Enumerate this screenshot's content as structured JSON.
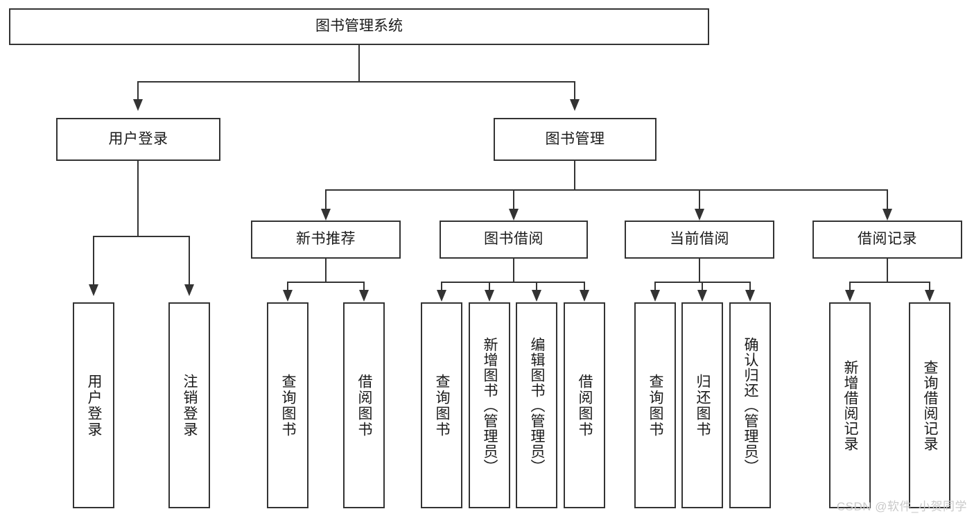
{
  "diagram": {
    "title": "图书管理系统",
    "root": {
      "label": "图书管理系统"
    },
    "level2": [
      {
        "label": "用户登录"
      },
      {
        "label": "图书管理"
      }
    ],
    "level3": [
      {
        "label": "新书推荐"
      },
      {
        "label": "图书借阅"
      },
      {
        "label": "当前借阅"
      },
      {
        "label": "借阅记录"
      }
    ],
    "leaves": {
      "user_login": [
        {
          "label": "用户登录"
        },
        {
          "label": "注销登录"
        }
      ],
      "new_book_recommend": [
        {
          "label": "查询图书"
        },
        {
          "label": "借阅图书"
        }
      ],
      "book_borrow": [
        {
          "label": "查询图书"
        },
        {
          "label": "新增图书（管理员）"
        },
        {
          "label": "编辑图书（管理员）"
        },
        {
          "label": "借阅图书"
        }
      ],
      "current_borrow": [
        {
          "label": "查询图书"
        },
        {
          "label": "归还图书"
        },
        {
          "label": "确认归还（管理员）"
        }
      ],
      "borrow_record": [
        {
          "label": "新增借阅记录"
        },
        {
          "label": "查询借阅记录"
        }
      ]
    }
  },
  "watermark": {
    "text": "CSDN @软件_小贺同学"
  },
  "colors": {
    "stroke": "#333333",
    "text": "#1a1a1a",
    "background": "#ffffff",
    "watermark": "#c9c9c9"
  }
}
